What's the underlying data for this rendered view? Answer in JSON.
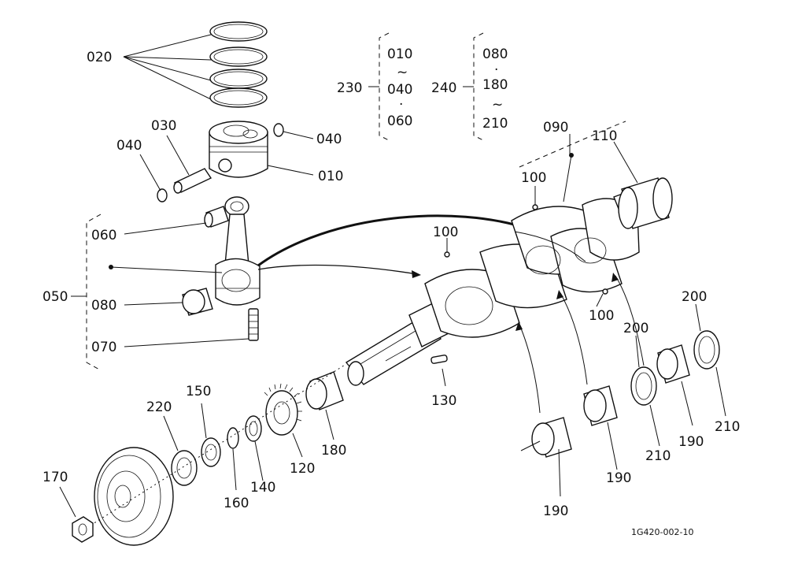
{
  "diagram": {
    "callouts": {
      "p020": "020",
      "p030": "030",
      "p040a": "040",
      "p040b": "040",
      "p010": "010",
      "p060": "060",
      "p050": "050",
      "p080": "080",
      "p070": "070",
      "p100a": "100",
      "p100b": "100",
      "p100c": "100",
      "p090": "090",
      "p110": "110",
      "p130": "130",
      "p150": "150",
      "p220": "220",
      "p170": "170",
      "p160": "160",
      "p140": "140",
      "p120": "120",
      "p180": "180",
      "p190a": "190",
      "p190b": "190",
      "p190c": "190",
      "p200a": "200",
      "p200b": "200",
      "p210a": "210",
      "p210b": "210"
    },
    "group230": {
      "label": "230",
      "items": [
        "010",
        "~",
        "040",
        "·",
        "060"
      ]
    },
    "group240": {
      "label": "240",
      "items": [
        "080",
        "·",
        "180",
        "~",
        "210"
      ]
    },
    "figure_code": "1G420-002-10"
  }
}
